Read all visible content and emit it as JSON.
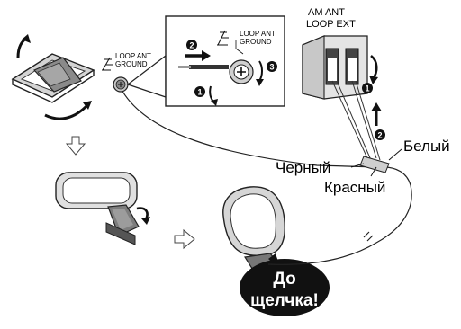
{
  "terminals": {
    "loop_ant_ground_left": [
      "LOOP ANT",
      "GROUND"
    ],
    "loop_ant_ground_zoom": [
      "LOOP ANT",
      "GROUND"
    ],
    "am_ant_loop_ext": [
      "AM  ANT",
      "LOOP  EXT"
    ]
  },
  "steps": [
    "1",
    "2",
    "3"
  ],
  "wires": {
    "white": "Белый",
    "black": "Черный",
    "red": "Красный"
  },
  "bubble": [
    "До",
    "щелчка!"
  ],
  "icons": [
    "ground-symbol-icon",
    "rotate-arrow-icon",
    "push-arrow-icon",
    "hollow-down-arrow-icon",
    "hollow-right-arrow-icon"
  ]
}
